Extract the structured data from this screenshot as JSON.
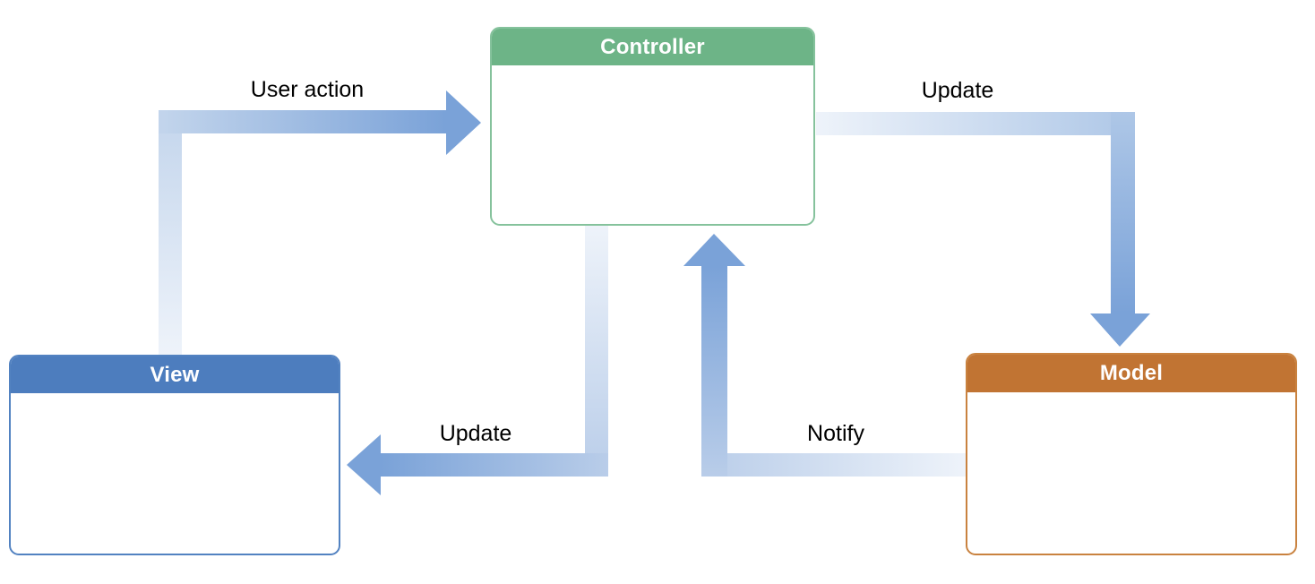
{
  "diagram": {
    "type": "mvc-flow-diagram",
    "nodes": [
      {
        "id": "controller",
        "label": "Controller"
      },
      {
        "id": "view",
        "label": "View"
      },
      {
        "id": "model",
        "label": "Model"
      }
    ],
    "edges": [
      {
        "from": "view",
        "to": "controller",
        "label": "User action"
      },
      {
        "from": "controller",
        "to": "model",
        "label": "Update"
      },
      {
        "from": "controller",
        "to": "view",
        "label": "Update"
      },
      {
        "from": "model",
        "to": "controller",
        "label": "Notify"
      }
    ]
  },
  "colors": {
    "background": "#ffffff",
    "controller_header": "#6db487",
    "controller_border": "#85c29c",
    "view_header": "#4d7dbe",
    "view_border": "#5282c1",
    "model_header": "#c17433",
    "model_border": "#c9823f",
    "arrow_strong": "#7aa2d8",
    "arrow_mid": "#c3d5ec",
    "arrow_mid2": "#b9cde9",
    "arrow_mid3": "#aec7e7",
    "arrow_light": "#eef3fa",
    "node_title_color": "#ffffff",
    "label_color": "#000000"
  }
}
